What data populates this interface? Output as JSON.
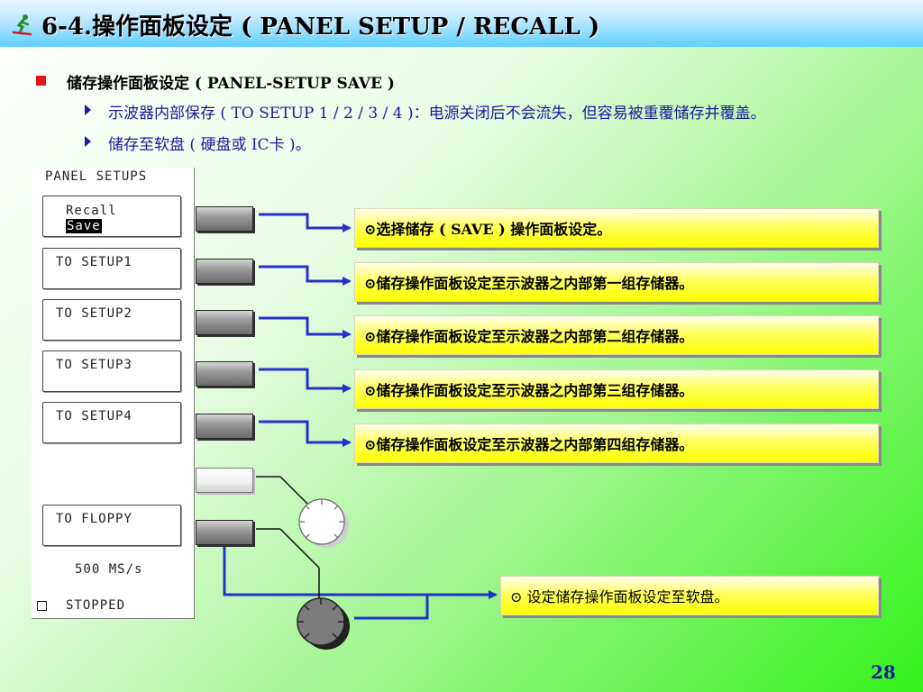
{
  "title": "6-4.操作面板设定 ( PANEL SETUP / RECALL )",
  "intro": {
    "heading": "储存操作面板设定 ( PANEL-SETUP SAVE )",
    "items": [
      "示波器内部保存 ( TO SETUP 1 / 2 / 3 / 4 )：电源关闭后不会流失，但容易被重覆储存并覆盖。",
      "储存至软盘 ( 硬盘或 IC卡 )。"
    ]
  },
  "panel": {
    "title": "PANEL SETUPS",
    "recall": "Recall",
    "save": "Save",
    "setup1": "TO SETUP1",
    "setup2": "TO SETUP2",
    "setup3": "TO SETUP3",
    "setup4": "TO SETUP4",
    "floppy": "TO FLOPPY",
    "rate": "500 MS/s",
    "status": "STOPPED"
  },
  "callouts": {
    "save": "⊙选择储存 ( SAVE ) 操作面板设定。",
    "setup1": "⊙储存操作面板设定至示波器之内部第一组存储器。",
    "setup2": "⊙储存操作面板设定至示波器之内部第二组存储器。",
    "setup3": "⊙储存操作面板设定至示波器之内部第三组存储器。",
    "setup4": "⊙储存操作面板设定至示波器之内部第四组存储器。",
    "floppy": "⊙ 设定储存操作面板设定至软盘。"
  },
  "page_number": "28",
  "colors": {
    "accent_blue": "#1a1a9c",
    "connector": "#2233cc",
    "bullet_red": "#e8141e",
    "callout_yellow": "#ffff00"
  }
}
